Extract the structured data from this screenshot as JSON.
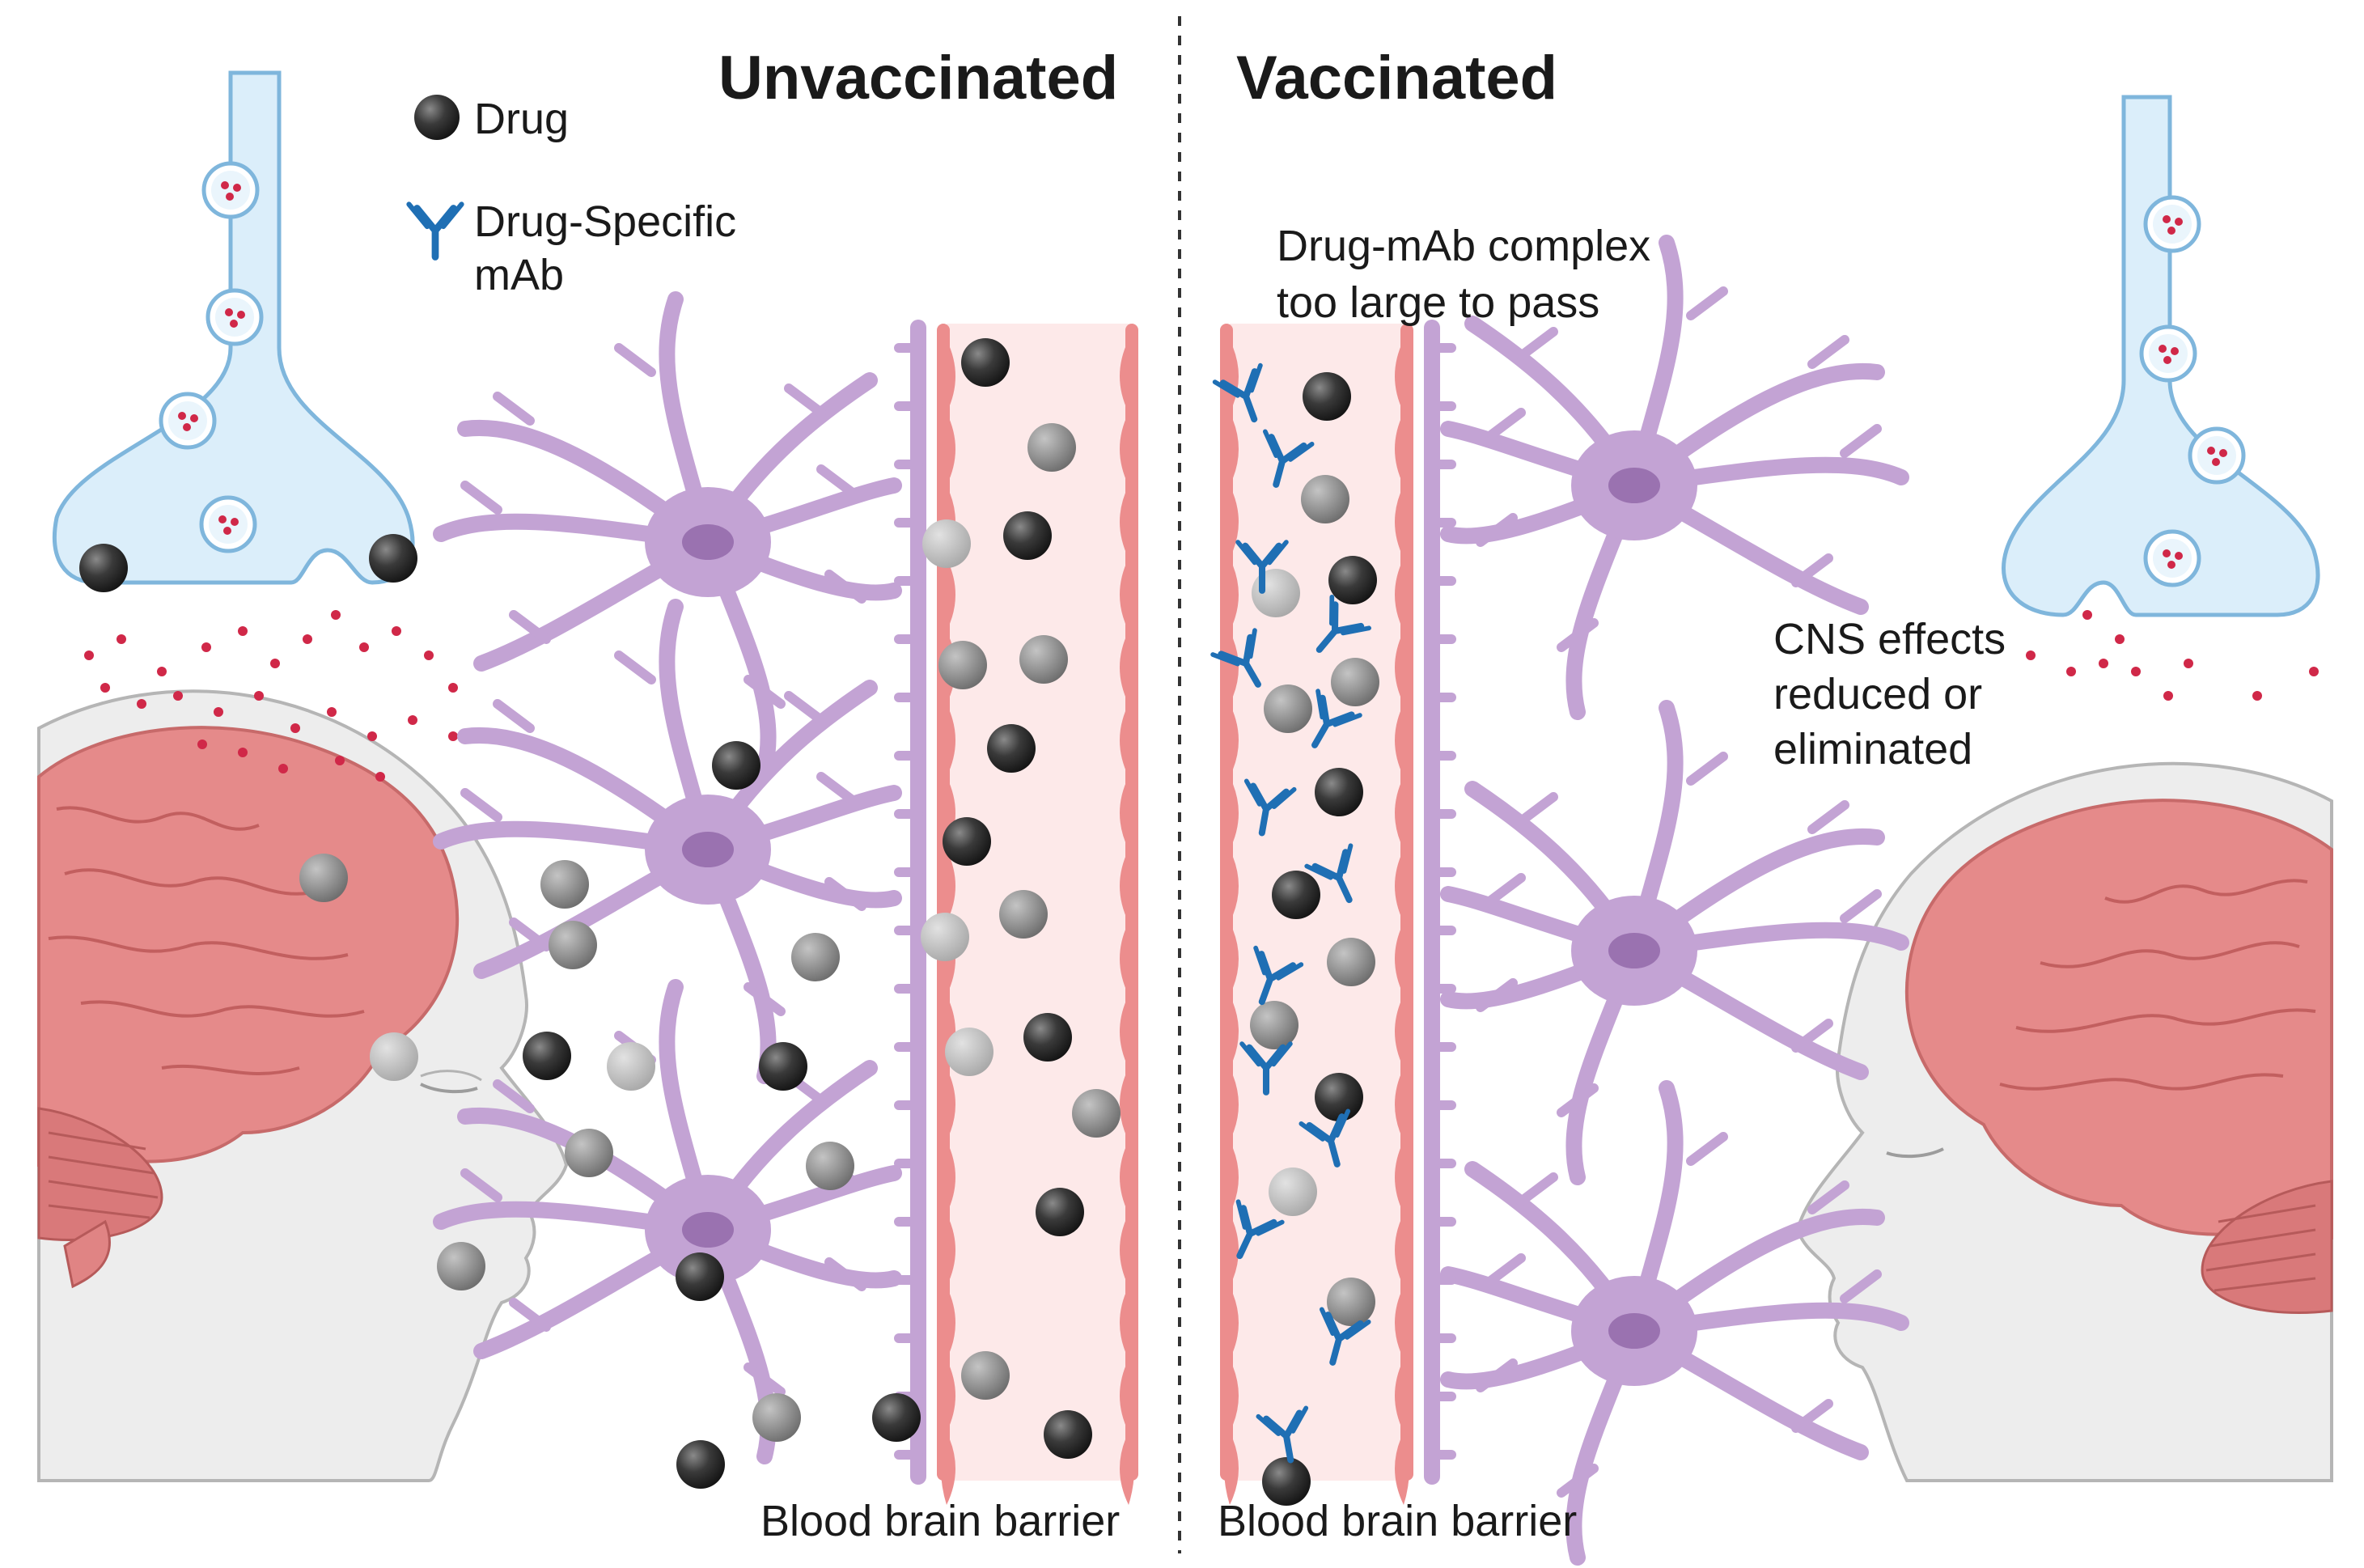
{
  "panels": {
    "left_title": "Unvaccinated",
    "right_title": "Vaccinated"
  },
  "legend": {
    "drug_label": "Drug",
    "mab_label_line1": "Drug-Specific",
    "mab_label_line2": "mAb"
  },
  "annotations": {
    "complex_line1": "Drug-mAb complex",
    "complex_line2": "too large to pass",
    "cns_line1": "CNS effects",
    "cns_line2": "reduced or",
    "cns_line3": "eliminated"
  },
  "barrier_labels": {
    "left": "Blood brain barrier",
    "right": "Blood brain barrier"
  },
  "colors": {
    "neuron": "#c3a3d4",
    "neuron_nucleus": "#9a72b0",
    "vessel_wall": "#ec8d8d",
    "vessel_lumen": "#fde9e9",
    "brain": "#e58a8a",
    "synapse": "#dbeefa",
    "antibody": "#1f6fb4",
    "drug": "#3a3a3a",
    "neurotransmitter": "#d02848"
  }
}
